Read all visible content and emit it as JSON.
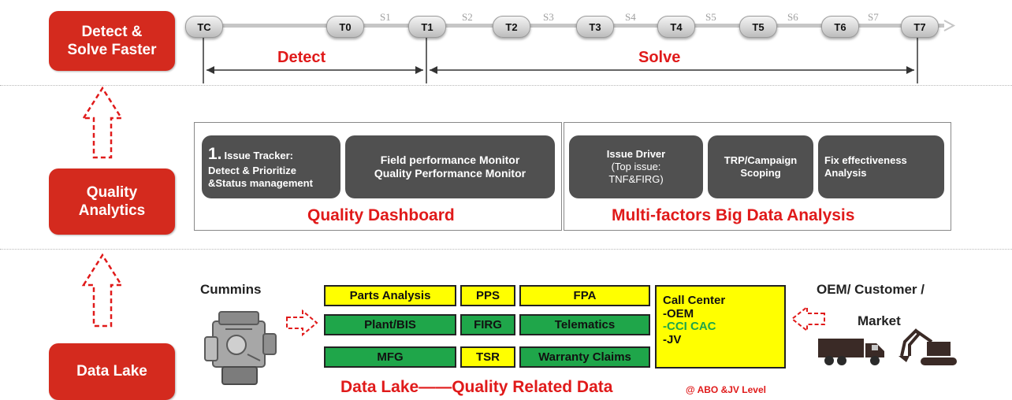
{
  "levels": {
    "top": "Detect & Solve Faster",
    "middle": "Quality Analytics",
    "bottom": "Data Lake"
  },
  "timeline": {
    "points": [
      "TC",
      "T0",
      "T1",
      "T2",
      "T3",
      "T4",
      "T5",
      "T6",
      "T7"
    ],
    "stages": [
      "S1",
      "S2",
      "S3",
      "S4",
      "S5",
      "S6",
      "S7"
    ],
    "detect_label": "Detect",
    "solve_label": "Solve"
  },
  "analytics": {
    "issue_tracker": {
      "number": "1.",
      "line1": "Issue Tracker:",
      "line2": "Detect & Prioritize",
      "line3": "&Status management"
    },
    "monitor": {
      "line1": "Field performance Monitor",
      "line2": "Quality Performance Monitor"
    },
    "dashboard_title": "Quality Dashboard",
    "issue_driver": {
      "line1": "Issue Driver",
      "line2": "(Top issue:",
      "line3": "TNF&FIRG)"
    },
    "trp": {
      "line1": "TRP/Campaign",
      "line2": "Scoping"
    },
    "fix": {
      "line1": "Fix effectiveness",
      "line2": "Analysis"
    },
    "bigdata_title": "Multi-factors Big Data Analysis"
  },
  "datalake": {
    "left_source": "Cummins",
    "right_source_line1": "OEM/ Customer /",
    "right_source_line2": "Market",
    "row1": [
      "Parts Analysis",
      "PPS",
      "FPA"
    ],
    "row2": [
      "Plant/BIS",
      "FIRG",
      "Telematics"
    ],
    "row3": [
      "MFG",
      "TSR",
      "Warranty Claims"
    ],
    "call_center": {
      "title": "Call Center",
      "item1": "-OEM",
      "item2": "-CCI CAC",
      "item3": "-JV"
    },
    "caption_main": "Data Lake——Quality Related Data",
    "caption_sub": "@ ABO &JV Level"
  },
  "colors": {
    "accent_red": "#d42a1e",
    "title_red": "#e01a1a",
    "cell_yellow": "#ffff00",
    "cell_green": "#1fa64a",
    "panel_grey": "#505050",
    "cci_green": "#1fa64a"
  }
}
